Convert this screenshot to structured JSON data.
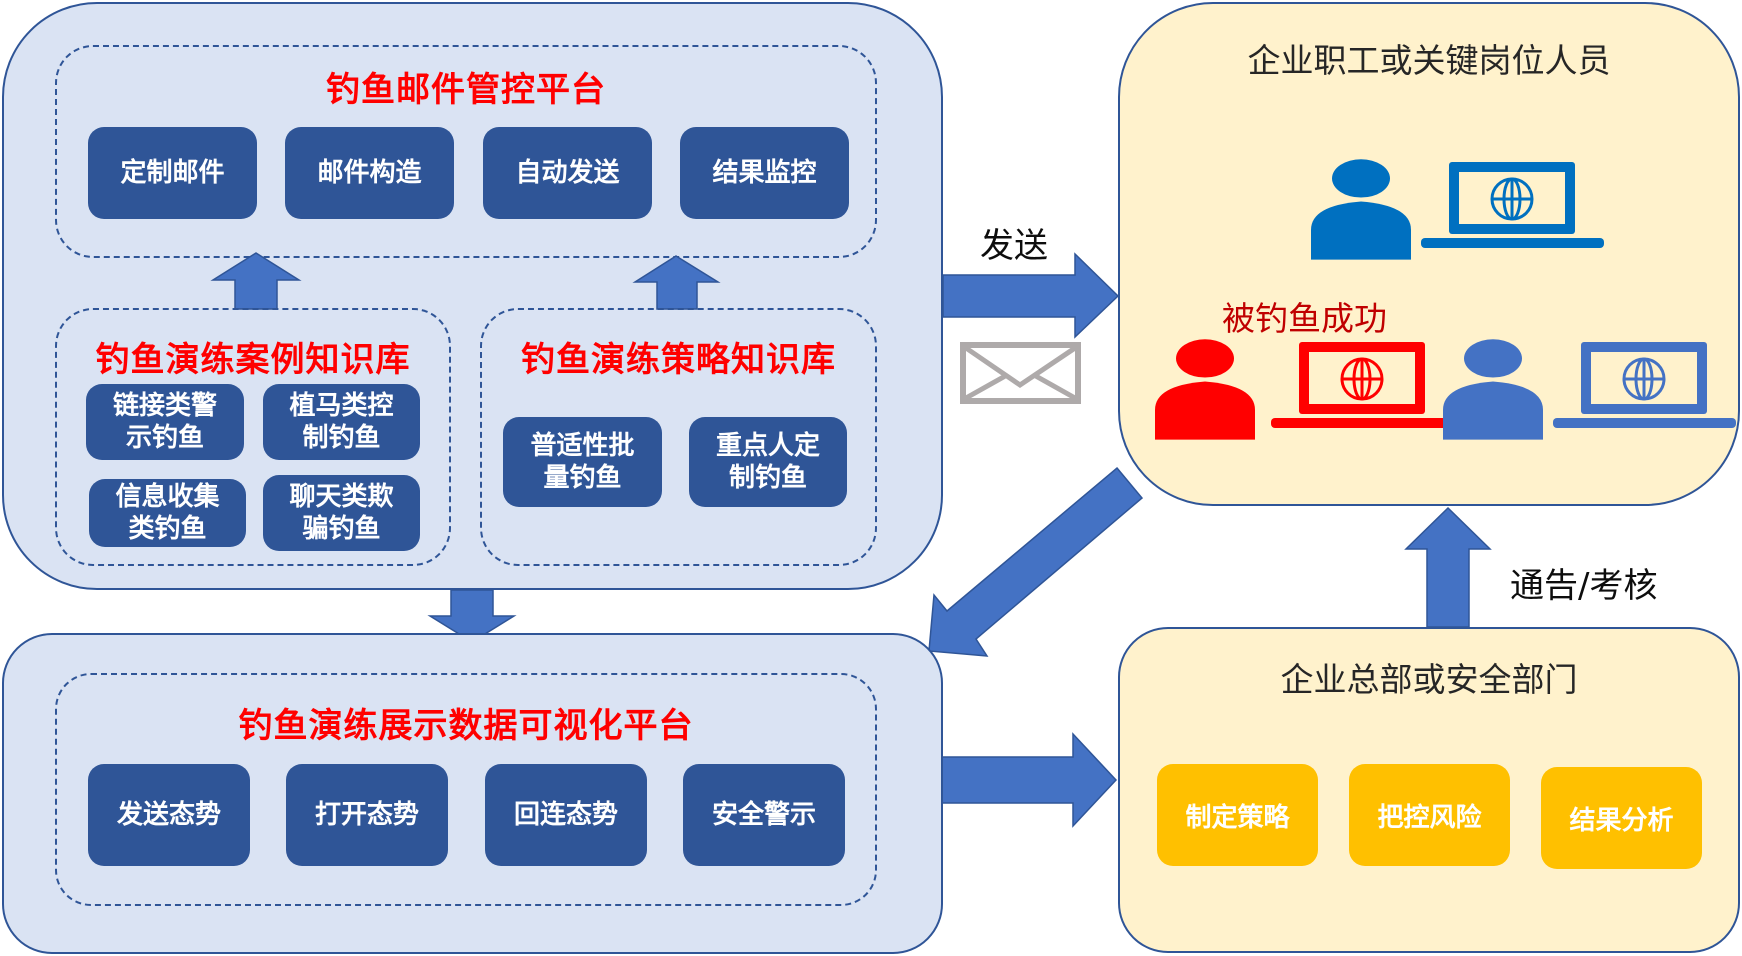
{
  "mail_platform": {
    "title": "钓鱼邮件管控平台",
    "buttons": [
      "定制邮件",
      "邮件构造",
      "自动发送",
      "结果监控"
    ]
  },
  "case_library": {
    "title": "钓鱼演练案例知识库",
    "items": [
      "链接类警示钓鱼",
      "植马类控制钓鱼",
      "信息收集类钓鱼",
      "聊天类欺骗钓鱼"
    ]
  },
  "strategy_library": {
    "title": "钓鱼演练策略知识库",
    "items": [
      "普适性批量钓鱼",
      "重点人定制钓鱼"
    ]
  },
  "visual_platform": {
    "title": "钓鱼演练展示数据可视化平台",
    "buttons": [
      "发送态势",
      "打开态势",
      "回连态势",
      "安全警示"
    ]
  },
  "employees": {
    "title": "企业职工或关键岗位人员",
    "phished_label": "被钓鱼成功",
    "icons": [
      "person-icon",
      "laptop-globe-icon"
    ]
  },
  "hq": {
    "title": "企业总部或安全部门",
    "buttons": [
      "制定策略",
      "把控风险",
      "结果分析"
    ]
  },
  "arrows": {
    "send_label": "发送",
    "notice_label": "通告/考核"
  },
  "colors": {
    "panel_blue": "#dae3f3",
    "panel_yellow": "#fff2cc",
    "dark_blue": "#2f5597",
    "arrow_blue": "#4472c4",
    "person_blue": "#0070c0",
    "alert_red": "#ff0000",
    "gold": "#ffc000",
    "envelope_gray": "#aeaaaa"
  }
}
